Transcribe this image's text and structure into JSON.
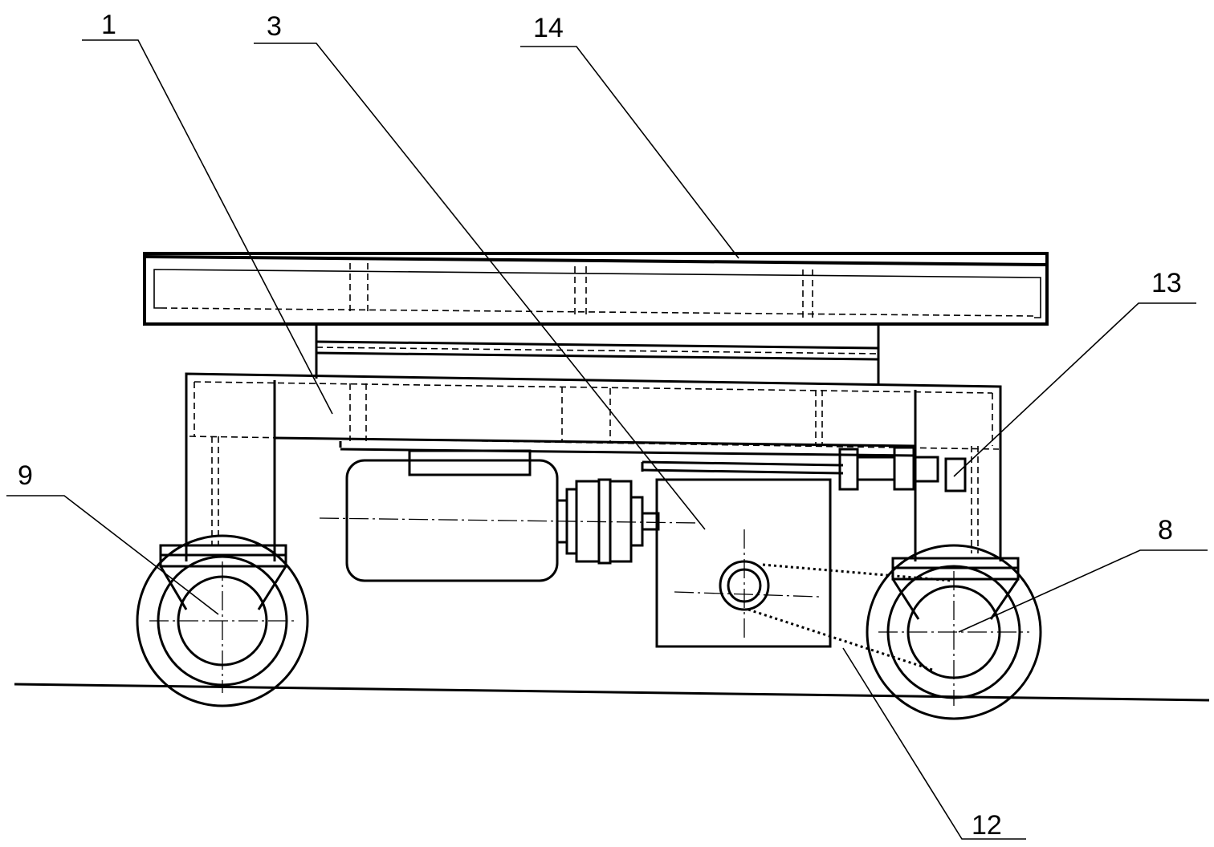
{
  "callouts": {
    "c1": "1",
    "c3": "3",
    "c14": "14",
    "c13": "13",
    "c9": "9",
    "c8": "8",
    "c12": "12"
  }
}
